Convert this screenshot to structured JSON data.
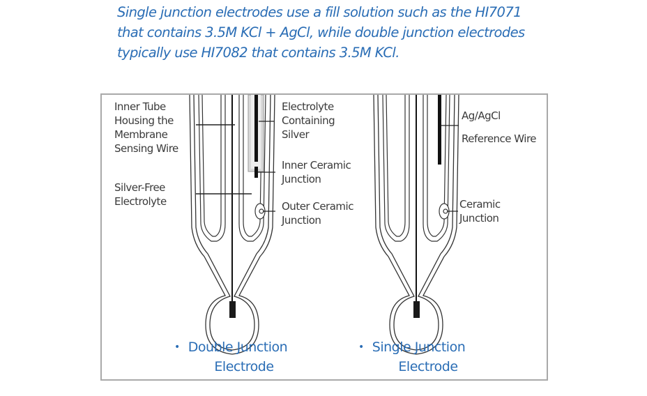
{
  "caption": {
    "lines": [
      "Single junction electrodes use a fill solution such as the HI7071",
      "that contains 3.5M KCl + AgCl, while double junction electrodes",
      "typically use HI7082 that contains 3.5M KCl."
    ]
  },
  "colors": {
    "accent_blue": "#2a6db5",
    "label_gray": "#3a3a3a",
    "frame_gray": "#a9a9a9",
    "line_dark": "#1a1a1a"
  },
  "double_junction": {
    "labels": {
      "inner_tube": [
        "Inner Tube",
        "Housing the",
        "Membrane",
        "Sensing Wire"
      ],
      "silver_free": [
        "Silver-Free",
        "Electrolyte"
      ],
      "electrolyte_silver": [
        "Electrolyte",
        "Containing",
        "Silver"
      ],
      "inner_ceramic": [
        "Inner Ceramic",
        "Junction"
      ],
      "outer_ceramic": [
        "Outer Ceramic",
        "Junction"
      ]
    },
    "title": {
      "bullet": "•",
      "line1": "Double Junction",
      "line2": "Electrode"
    }
  },
  "single_junction": {
    "labels": {
      "reference_wire": [
        "Ag/AgCl",
        "Reference Wire"
      ],
      "ceramic": [
        "Ceramic",
        "Junction"
      ]
    },
    "title": {
      "bullet": "•",
      "line1": "Single Junction",
      "line2": "Electrode"
    }
  }
}
